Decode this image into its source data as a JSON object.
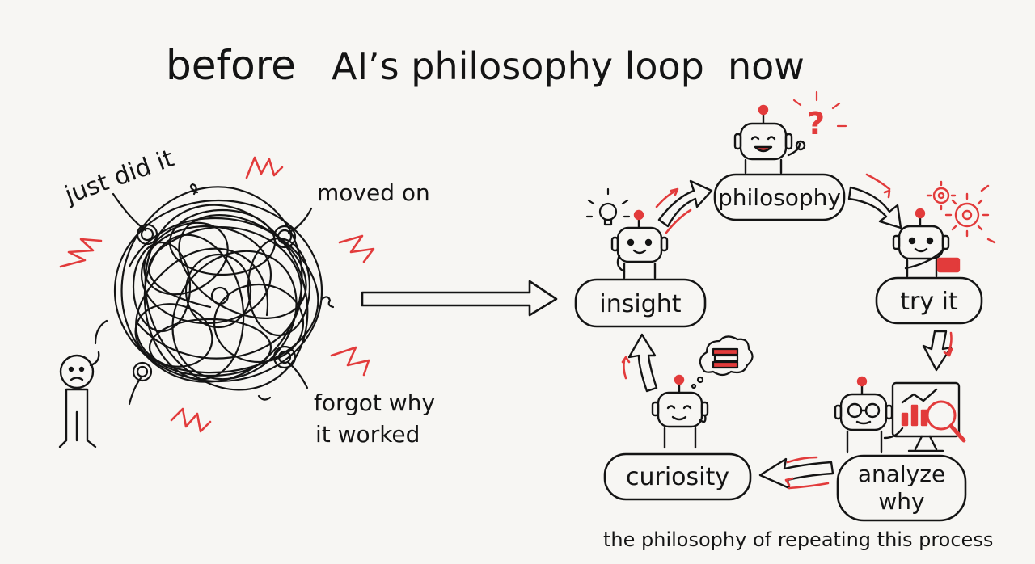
{
  "title": {
    "before": "before",
    "middle": "AI’s philosophy loop",
    "now": "now"
  },
  "before_side": {
    "labels": {
      "just_did_it": "just did it",
      "moved_on": "moved on",
      "forgot_line1": "forgot why",
      "forgot_line2": "it worked"
    }
  },
  "loop": {
    "nodes": {
      "philosophy": "philosophy",
      "try_it": "try it",
      "analyze_line1": "analyze",
      "analyze_line2": "why",
      "curiosity": "curiosity",
      "insight": "insight"
    },
    "caption": "the philosophy of repeating this process",
    "question_mark": "?"
  },
  "colors": {
    "ink": "#141414",
    "accent_red": "#e23b3b",
    "paper": "#f7f6f3"
  },
  "icons": {
    "thought_bubble": "book-stack-icon",
    "idea": "lightbulb-icon",
    "tools": "gear-icon",
    "analysis": "magnifier-icon"
  }
}
